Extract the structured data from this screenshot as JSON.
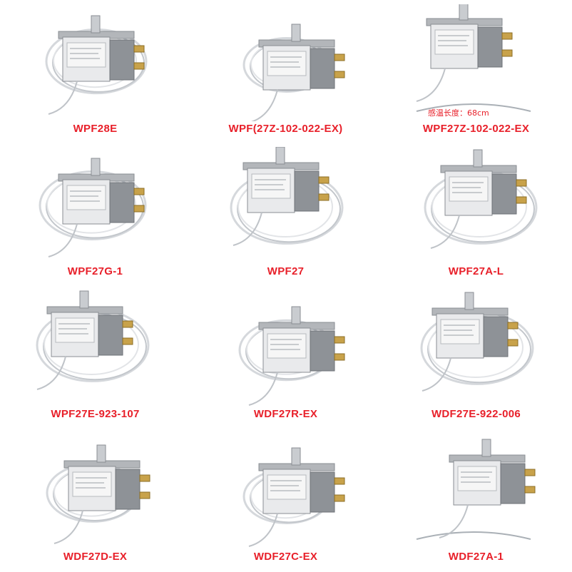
{
  "colors": {
    "caption": "#e8202a",
    "background": "#ffffff",
    "metal": "#b9bcc0",
    "capillary": "#cfd2d6",
    "terminal_brass": "#c8a24a",
    "body_grey": "#8e9297"
  },
  "products": [
    {
      "model": "WPF28E",
      "icon": "thermostat-photo"
    },
    {
      "model": "WPF(27Z-102-022-EX)",
      "icon": "thermostat-photo"
    },
    {
      "model": "WPF27Z-102-022-EX",
      "icon": "thermostat-photo",
      "overlay_text": "感温长度：68cm"
    },
    {
      "model": "WPF27G-1",
      "icon": "thermostat-photo"
    },
    {
      "model": "WPF27",
      "icon": "thermostat-photo"
    },
    {
      "model": "WPF27A-L",
      "icon": "thermostat-photo"
    },
    {
      "model": "WPF27E-923-107",
      "icon": "thermostat-photo"
    },
    {
      "model": "WDF27R-EX",
      "icon": "thermostat-photo"
    },
    {
      "model": "WDF27E-922-006",
      "icon": "thermostat-photo"
    },
    {
      "model": "WDF27D-EX",
      "icon": "thermostat-photo"
    },
    {
      "model": "WDF27C-EX",
      "icon": "thermostat-photo"
    },
    {
      "model": "WDF27A-1",
      "icon": "thermostat-photo"
    }
  ]
}
